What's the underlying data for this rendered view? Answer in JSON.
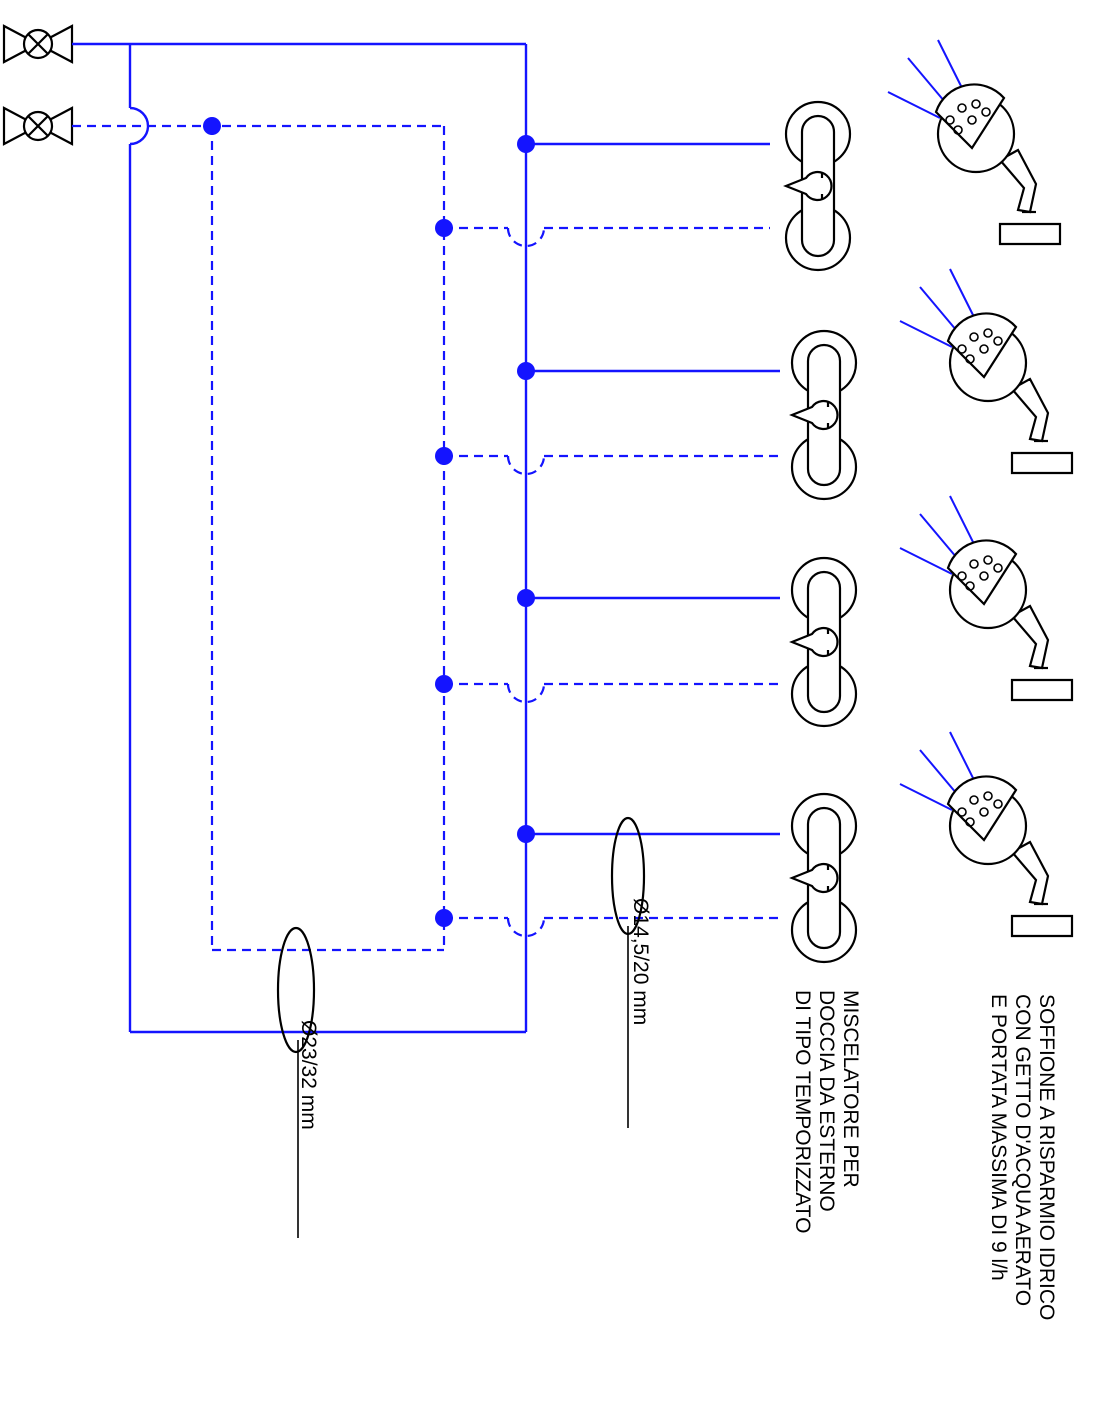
{
  "labels": {
    "mixer": [
      "MISCELATORE PER",
      "DOCCIA DA ESTERNO",
      "DI TIPO TEMPORIZZATO"
    ],
    "shower": [
      "SOFFIONE A RISPARMIO IDRICO",
      "CON GETTO D'ACQUA AERATO",
      "E PORTATA MASSIMA DI 9 l/h"
    ],
    "pipe_main": "Ø23/32 mm",
    "pipe_branch": "Ø14,5/20 mm"
  },
  "legend": {
    "hot_line": "solid",
    "cold_line": "dashed"
  },
  "colors": {
    "pipe": "#1414ff",
    "equipment": "#000000"
  },
  "icons": [
    "shutoff-valve-icon",
    "junction-node-icon",
    "mixer-valve-icon",
    "shower-head-icon"
  ],
  "branch_count": 4
}
